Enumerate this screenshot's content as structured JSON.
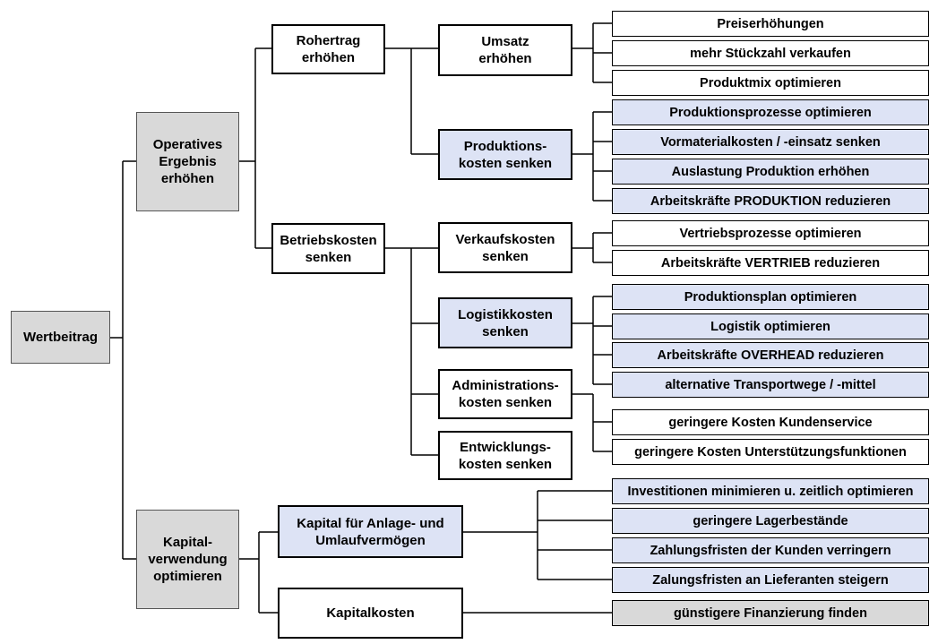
{
  "colors": {
    "gray_box": "#d9d9d9",
    "blue_box": "#dde3f5",
    "white_box": "#ffffff",
    "line": "#000000"
  },
  "root": {
    "label": "Wertbeitrag"
  },
  "level1": [
    {
      "label": "Operatives\nErgebnis\nerhöhen"
    },
    {
      "label": "Kapital-\nverwendung\noptimieren"
    }
  ],
  "level2": [
    {
      "label": "Rohertrag\nerhöhen"
    },
    {
      "label": "Betriebskosten\nsenken"
    },
    {
      "label": "Kapital für Anlage- und\nUmlaufvermögen"
    },
    {
      "label": "Kapitalkosten"
    }
  ],
  "level3": [
    {
      "label": "Umsatz\nerhöhen"
    },
    {
      "label": "Produktions-\nkosten senken"
    },
    {
      "label": "Verkaufskosten\nsenken"
    },
    {
      "label": "Logistikkosten\nsenken"
    },
    {
      "label": "Administrations-\nkosten senken"
    },
    {
      "label": "Entwicklungs-\nkosten senken"
    }
  ],
  "leaves": [
    {
      "label": "Preiserhöhungen"
    },
    {
      "label": "mehr Stückzahl verkaufen"
    },
    {
      "label": "Produktmix optimieren"
    },
    {
      "label": "Produktionsprozesse optimieren"
    },
    {
      "label": "Vormaterialkosten / -einsatz senken"
    },
    {
      "label": "Auslastung Produktion erhöhen"
    },
    {
      "label": "Arbeitskräfte PRODUKTION reduzieren"
    },
    {
      "label": "Vertriebsprozesse optimieren"
    },
    {
      "label": "Arbeitskräfte VERTRIEB reduzieren"
    },
    {
      "label": "Produktionsplan optimieren"
    },
    {
      "label": "Logistik optimieren"
    },
    {
      "label": "Arbeitskräfte OVERHEAD reduzieren"
    },
    {
      "label": "alternative Transportwege / -mittel"
    },
    {
      "label": "geringere Kosten Kundenservice"
    },
    {
      "label": "geringere Kosten Unterstützungsfunktionen"
    },
    {
      "label": "Investitionen minimieren u. zeitlich optimieren"
    },
    {
      "label": "geringere Lagerbestände"
    },
    {
      "label": "Zahlungsfristen der Kunden verringern"
    },
    {
      "label": "Zalungsfristen an Lieferanten steigern"
    },
    {
      "label": "günstigere Finanzierung finden"
    }
  ]
}
